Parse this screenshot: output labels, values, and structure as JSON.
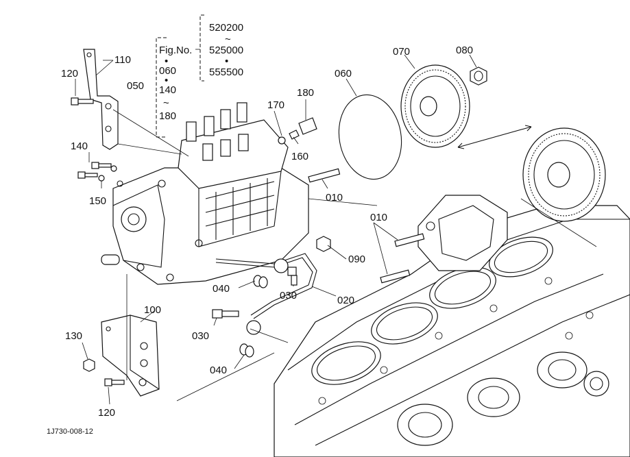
{
  "figure_ref": {
    "title": "Fig.No.",
    "dot": "•",
    "tilde": "~",
    "ranges": [
      "060",
      "140",
      "180"
    ],
    "serials": [
      "520200",
      "525000",
      "555500"
    ]
  },
  "callouts": [
    {
      "id": "110",
      "text": "110"
    },
    {
      "id": "120a",
      "text": "120"
    },
    {
      "id": "050",
      "text": "050"
    },
    {
      "id": "140",
      "text": "140"
    },
    {
      "id": "150",
      "text": "150"
    },
    {
      "id": "170",
      "text": "170"
    },
    {
      "id": "180",
      "text": "180"
    },
    {
      "id": "160",
      "text": "160"
    },
    {
      "id": "060",
      "text": "060"
    },
    {
      "id": "070",
      "text": "070"
    },
    {
      "id": "080",
      "text": "080"
    },
    {
      "id": "010a",
      "text": "010"
    },
    {
      "id": "010b",
      "text": "010"
    },
    {
      "id": "090",
      "text": "090"
    },
    {
      "id": "040a",
      "text": "040"
    },
    {
      "id": "030a",
      "text": "030"
    },
    {
      "id": "020",
      "text": "020"
    },
    {
      "id": "100",
      "text": "100"
    },
    {
      "id": "130",
      "text": "130"
    },
    {
      "id": "030b",
      "text": "030"
    },
    {
      "id": "040b",
      "text": "040"
    },
    {
      "id": "120b",
      "text": "120"
    }
  ],
  "drawing_code": "1J730-008-12"
}
